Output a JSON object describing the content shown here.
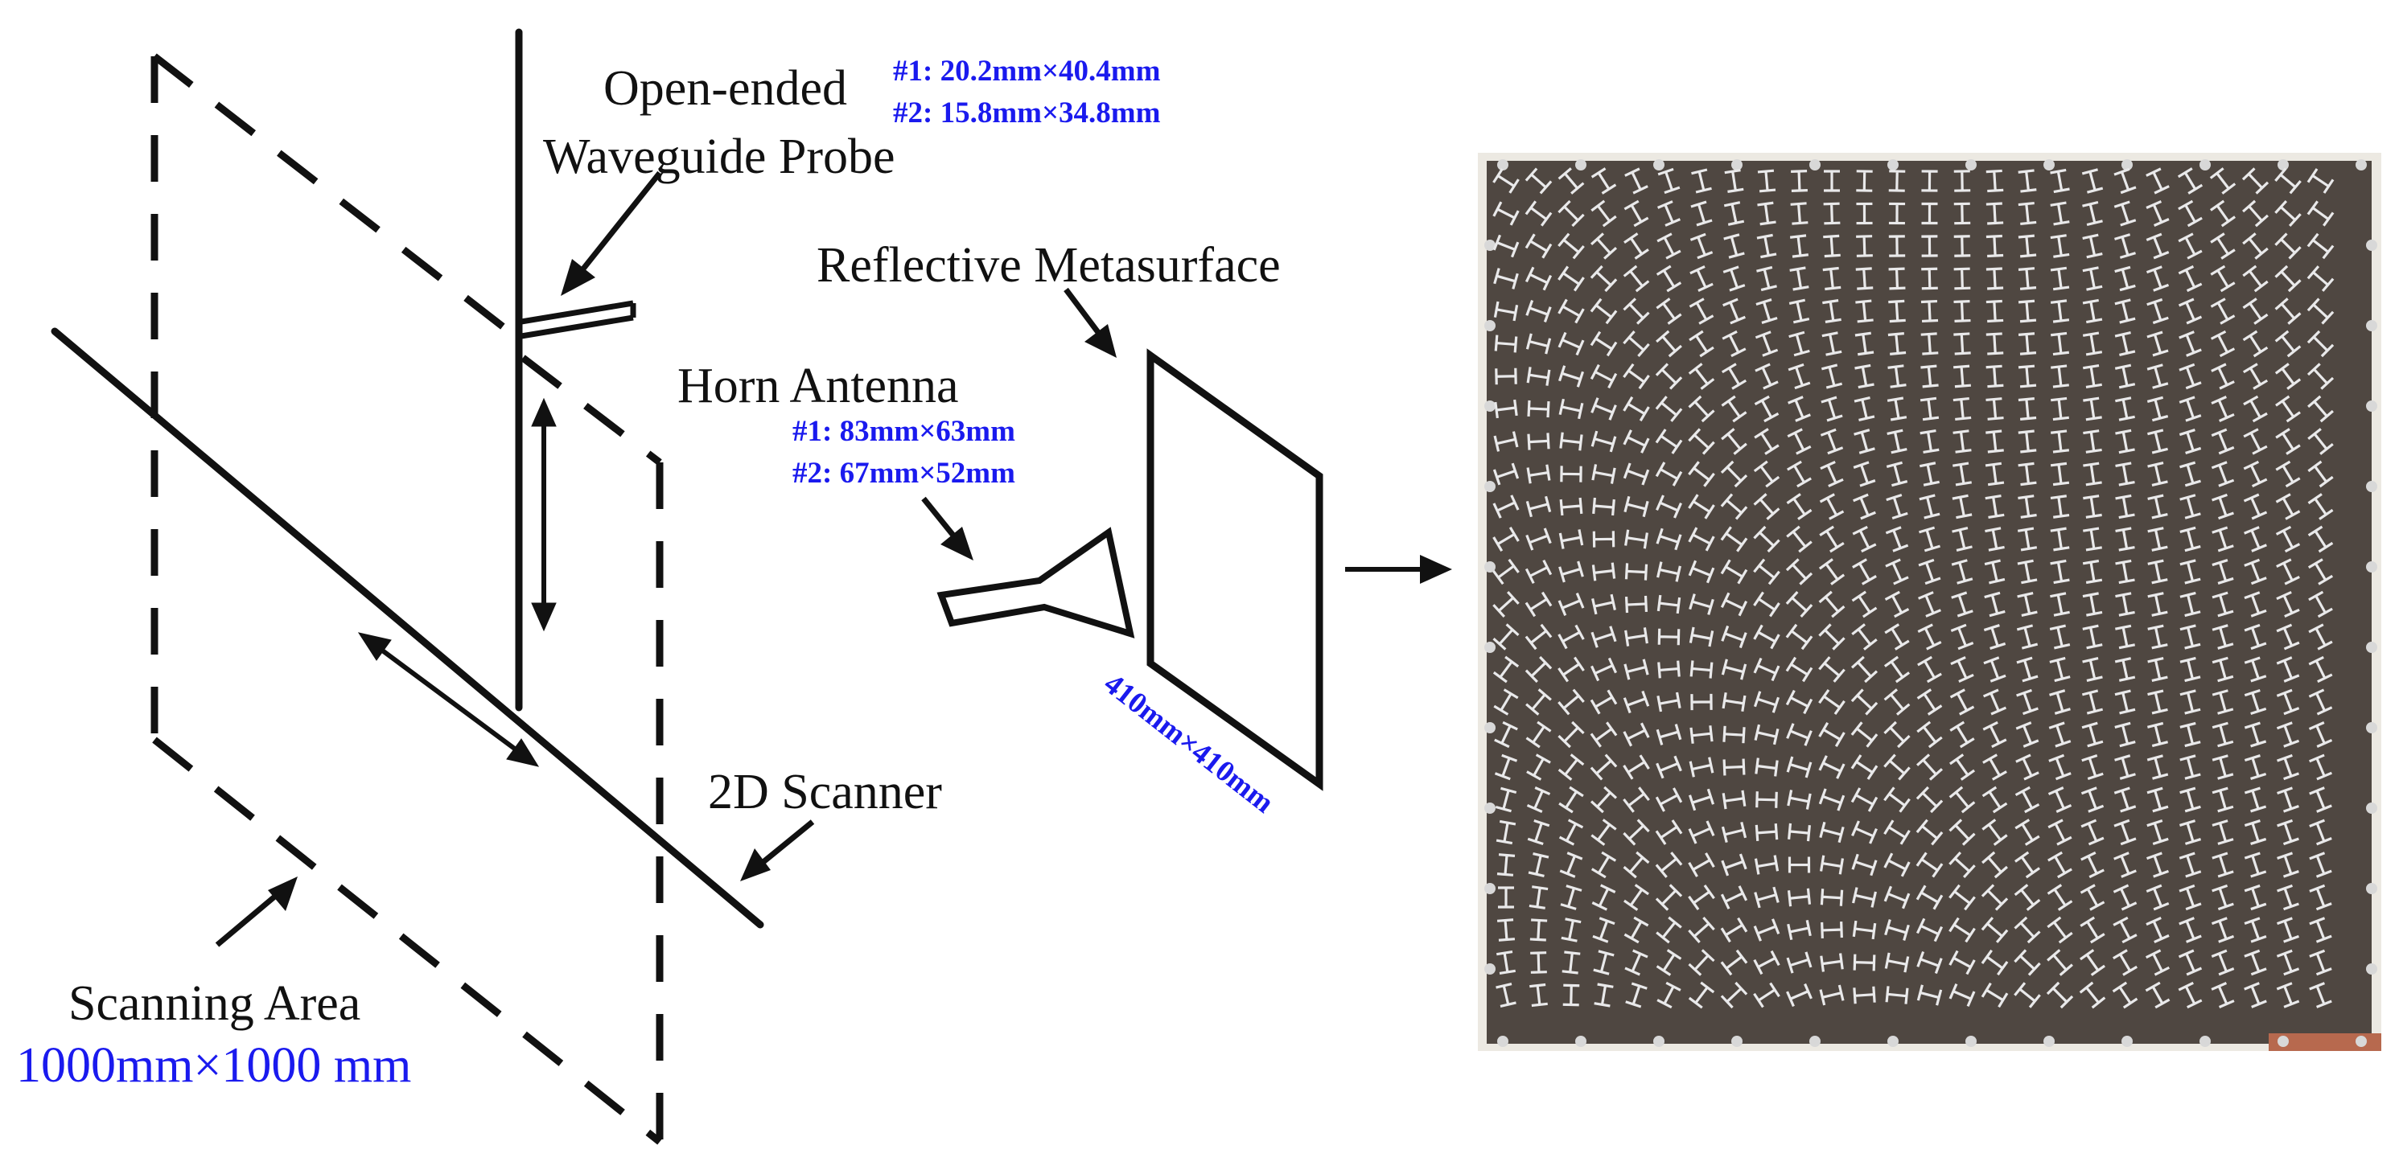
{
  "probe": {
    "title_line1": "Open-ended",
    "title_line2": "Waveguide Probe",
    "size_1": "#1: 20.2mm×40.4mm",
    "size_2": "#2: 15.8mm×34.8mm"
  },
  "metasurface": {
    "title": "Reflective Metasurface",
    "size": "410mm×410mm"
  },
  "horn": {
    "title": "Horn Antenna",
    "size_1": "#1: 83mm×63mm",
    "size_2": "#2: 67mm×52mm"
  },
  "scanner": {
    "title": "2D Scanner"
  },
  "scanning_area": {
    "title": "Scanning Area",
    "size": "1000mm×1000 mm"
  },
  "colors": {
    "line": "#111111",
    "annotation_blue": "#1a1aee",
    "photo_board": "#4f4741",
    "photo_background": "#ece9e2",
    "photo_element": "#e9e9ea",
    "photo_corner_accent": "#b7694e"
  },
  "icons": {
    "photo": "metasurface-photo"
  }
}
